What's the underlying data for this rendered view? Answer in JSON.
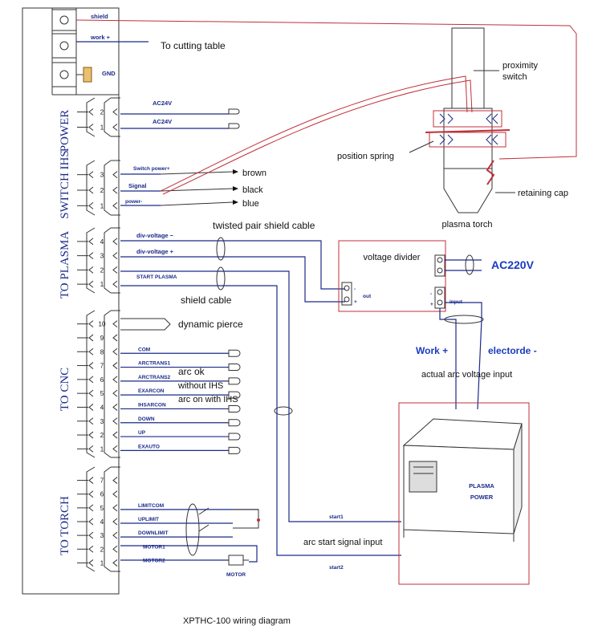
{
  "top_terminals": [
    {
      "label": "shield"
    },
    {
      "label": "work  +",
      "note": "To cutting table"
    },
    {
      "label": "GND"
    }
  ],
  "power": {
    "title": "POWER",
    "pins": [
      {
        "num": "2",
        "label": "AC24V"
      },
      {
        "num": "1",
        "label": "AC24V"
      }
    ]
  },
  "switch_ihs": {
    "title": "SWITCH IHS",
    "pins": [
      {
        "num": "3",
        "label": "Switch power+",
        "wire": "brown"
      },
      {
        "num": "2",
        "label": "Signal",
        "wire": "black"
      },
      {
        "num": "1",
        "label": "power-",
        "wire": "blue"
      }
    ]
  },
  "to_plasma": {
    "title": "TO PLASMA",
    "pins": [
      {
        "num": "4",
        "label": "div-voltage  −"
      },
      {
        "num": "3",
        "label": "div-voltage  +"
      },
      {
        "num": "2",
        "label": ""
      },
      {
        "num": "1",
        "label": "START PLASMA"
      }
    ],
    "twisted_label": "twisted pair shield cable",
    "shield_label": "shield cable"
  },
  "to_cnc": {
    "title": "TO CNC",
    "pins": [
      {
        "num": "10",
        "label": ""
      },
      {
        "num": "9",
        "label": ""
      },
      {
        "num": "8",
        "label": "COM"
      },
      {
        "num": "7",
        "label": "ARCTRANS1"
      },
      {
        "num": "6",
        "label": "ARCTRANS2"
      },
      {
        "num": "5",
        "label": "EXARCON"
      },
      {
        "num": "4",
        "label": "IHSARCON"
      },
      {
        "num": "3",
        "label": "DOWN"
      },
      {
        "num": "2",
        "label": "UP"
      },
      {
        "num": "1",
        "label": "EXAUTO"
      }
    ],
    "notes": {
      "dynamic": "dynamic pierce",
      "arc_ok": "arc ok",
      "without": "without IHS",
      "arc_on": "arc on with IHS"
    }
  },
  "to_torch": {
    "title": "TO TORCH",
    "pins": [
      {
        "num": "7",
        "label": ""
      },
      {
        "num": "6",
        "label": ""
      },
      {
        "num": "5",
        "label": "LIMITCOM"
      },
      {
        "num": "4",
        "label": "UPLIMIT"
      },
      {
        "num": "3",
        "label": "DOWNLIMIT"
      },
      {
        "num": "2",
        "label": "MOTOR1"
      },
      {
        "num": "1",
        "label": "MOTOR2"
      }
    ],
    "motor_label": "MOTOR"
  },
  "voltage_divider": {
    "title": "voltage divider",
    "out_label": "out",
    "input_label": "input",
    "minus": "-",
    "plus": "+",
    "ac_label": "AC220V"
  },
  "torch": {
    "proximity": "proximity\nswitch",
    "proximity_1": "proximity",
    "proximity_2": "switch",
    "spring": "position spring",
    "cap": "retaining cap",
    "name": "plasma torch"
  },
  "plasma_power": {
    "line1": "PLASMA",
    "line2": "POWER",
    "work": "Work +",
    "electrode": "electorde -",
    "arc_voltage": "actual arc voltage input",
    "start1": "start1",
    "start2": "start2",
    "arc_start": "arc start signal input"
  },
  "caption": "XPTHC-100  wiring diagram",
  "colors": {
    "wire": "#1a2a8a",
    "red": "#c0303a",
    "blue_text": "#1a3bbf"
  }
}
